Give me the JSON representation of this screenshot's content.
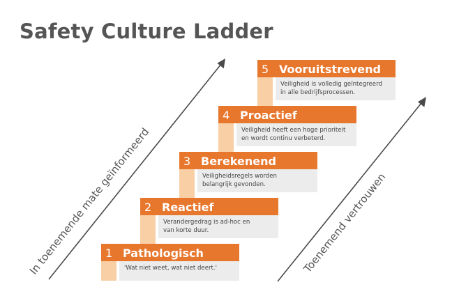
{
  "title": "Safety Culture Ladder",
  "left_arrow_label": "In toenemende mate geïnformeerd",
  "right_arrow_label": "Toenemend vertrouwen",
  "colors": {
    "accent": "#e8772e",
    "riser": "#f9cfa6",
    "description_bg": "#ececec",
    "text": "#555555"
  },
  "steps": [
    {
      "number": "1",
      "name": "Pathologisch",
      "description": [
        "'Wat niet weet, wat niet deert.'"
      ]
    },
    {
      "number": "2",
      "name": "Reactief",
      "description": [
        "Verandergedrag is ad-hoc en",
        "van korte duur."
      ]
    },
    {
      "number": "3",
      "name": "Berekenend",
      "description": [
        "Veiligheidsregels worden",
        "belangrijk gevonden."
      ]
    },
    {
      "number": "4",
      "name": "Proactief",
      "description": [
        "Veiligheid heeft een hoge prioriteit",
        "en wordt continu verbeterd."
      ]
    },
    {
      "number": "5",
      "name": "Vooruitstrevend",
      "description": [
        "Veiligheid is volledig geïntegreerd",
        "in alle bedrijfsprocessen."
      ]
    }
  ]
}
